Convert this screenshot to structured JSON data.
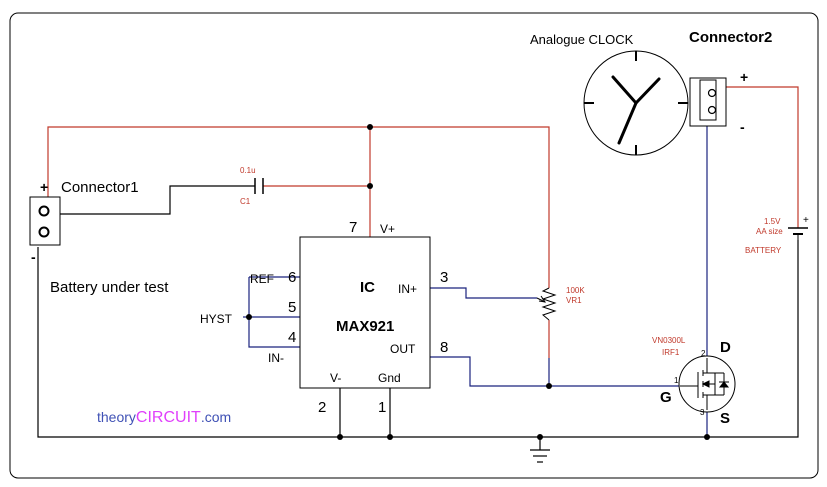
{
  "labels": {
    "analogue_clock": "Analogue CLOCK",
    "connector2": "Connector2",
    "connector1": "Connector1",
    "battery_under_test": "Battery under test",
    "plus": "+",
    "minus": "-",
    "cap_value": "0.1u",
    "cap_ref": "C1",
    "vr_value": "100K",
    "vr_ref": "VR1",
    "battery_rating": "1.5V",
    "battery_size": "AA size",
    "battery_name": "BATTERY",
    "mosfet_part": "VN0300L",
    "mosfet_ref": "IRF1",
    "drain": "D",
    "gate": "G",
    "source": "S",
    "drain_pin": "2",
    "gate_pin": "1",
    "source_pin": "3"
  },
  "ic": {
    "name": "IC",
    "part": "MAX921",
    "pin7_num": "7",
    "pin7_name": "V+",
    "pin6_num": "6",
    "pin6_name": "REF",
    "pin5_num": "5",
    "pin5_name": "HYST",
    "pin4_num": "4",
    "pin4_name": "IN-",
    "pin3_num": "3",
    "pin3_name": "IN+",
    "pin8_num": "8",
    "pin8_name": "OUT",
    "pin2_num": "2",
    "pin2_name": "V-",
    "pin1_num": "1",
    "pin1_name": "Gnd"
  },
  "watermark": {
    "prefix": "theory",
    "main": "CIRCUIT",
    "suffix": ".com"
  },
  "colors": {
    "positive_wire": "#c0392b",
    "signal_wire": "#1a237e",
    "ground_wire": "#000000",
    "watermark_prefix": "#3f51b5",
    "watermark_main": "#e040fb"
  }
}
